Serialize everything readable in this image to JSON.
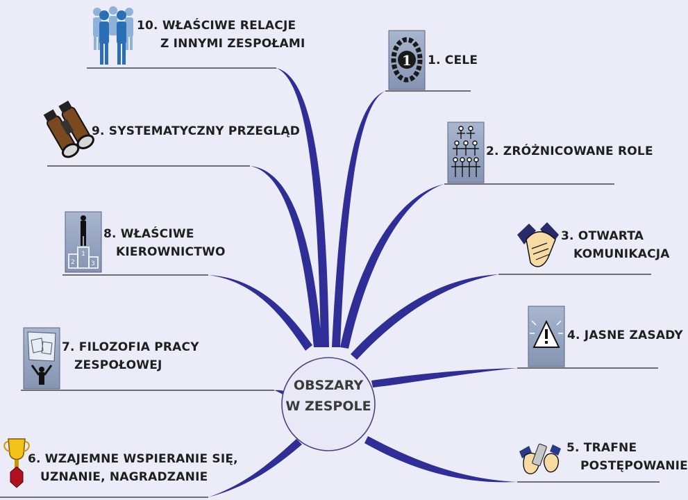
{
  "center": {
    "line1": "OBSZARY",
    "line2": "W  ZESPOLE"
  },
  "branches": [
    {
      "id": 1,
      "lines": [
        "1. CELE"
      ],
      "icon": "laurel-number-one-icon"
    },
    {
      "id": 2,
      "lines": [
        "2. ZRÓŻNICOWANE ROLE"
      ],
      "icon": "human-pyramid-icon"
    },
    {
      "id": 3,
      "lines": [
        "3. OTWARTA",
        "KOMUNIKACJA"
      ],
      "icon": "handshake-icon"
    },
    {
      "id": 4,
      "lines": [
        "4. JASNE ZASADY"
      ],
      "icon": "warning-sign-icon"
    },
    {
      "id": 5,
      "lines": [
        "5. TRAFNE",
        "POSTĘPOWANIE"
      ],
      "icon": "hands-passing-icon"
    },
    {
      "id": 6,
      "lines": [
        "6. WZAJEMNE WSPIERANIE SIĘ,",
        "UZNANIE, NAGRADZANIE"
      ],
      "icon": "trophy-icon"
    },
    {
      "id": 7,
      "lines": [
        "7. FILOZOFIA PRACY",
        "ZESPOŁOWEJ"
      ],
      "icon": "puzzle-person-icon"
    },
    {
      "id": 8,
      "lines": [
        "8. WŁAŚCIWE",
        "KIEROWNICTWO"
      ],
      "icon": "winner-podium-icon"
    },
    {
      "id": 9,
      "lines": [
        "9. SYSTEMATYCZNY PRZEGLĄD"
      ],
      "icon": "binoculars-icon"
    },
    {
      "id": 10,
      "lines": [
        "10. WŁAŚCIWE RELACJE",
        "Z INNYMI ZESPOŁAMI"
      ],
      "icon": "people-group-icon"
    }
  ],
  "podium_digits": [
    "1",
    "2",
    "3"
  ],
  "laurel_digit": "1",
  "colors": {
    "background": "#ececf8",
    "branch": "#2e2e96",
    "underline": "#222222",
    "center_fill": "#e8e8f6",
    "icon_box": "#8c9dbb"
  }
}
